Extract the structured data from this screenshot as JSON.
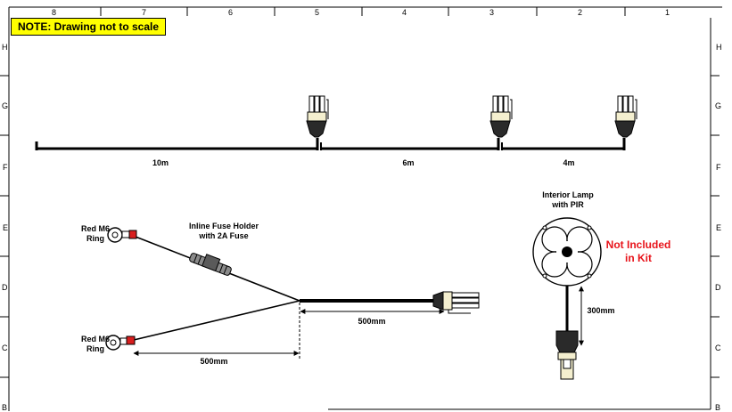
{
  "note": "NOTE: Drawing not to scale",
  "ruler": {
    "top": [
      "8",
      "7",
      "6",
      "5",
      "4",
      "3",
      "2",
      "1"
    ],
    "sides": [
      "H",
      "G",
      "F",
      "E",
      "D",
      "C",
      "B"
    ]
  },
  "harness": {
    "segments": [
      "10m",
      "6m",
      "4m"
    ]
  },
  "power_lead": {
    "ring_top": "Red M6\nRing",
    "ring_bottom": "Red M6\nRing",
    "fuse": "Inline Fuse Holder\nwith 2A Fuse",
    "dim_main": "500mm",
    "dim_branch": "500mm"
  },
  "lamp": {
    "title": "Interior Lamp\nwith PIR",
    "status": "Not Included\nin Kit",
    "dim": "300mm"
  },
  "colors": {
    "note_bg": "#ffff00",
    "status_text": "#e8141b",
    "ring_red": "#d81e1e"
  }
}
